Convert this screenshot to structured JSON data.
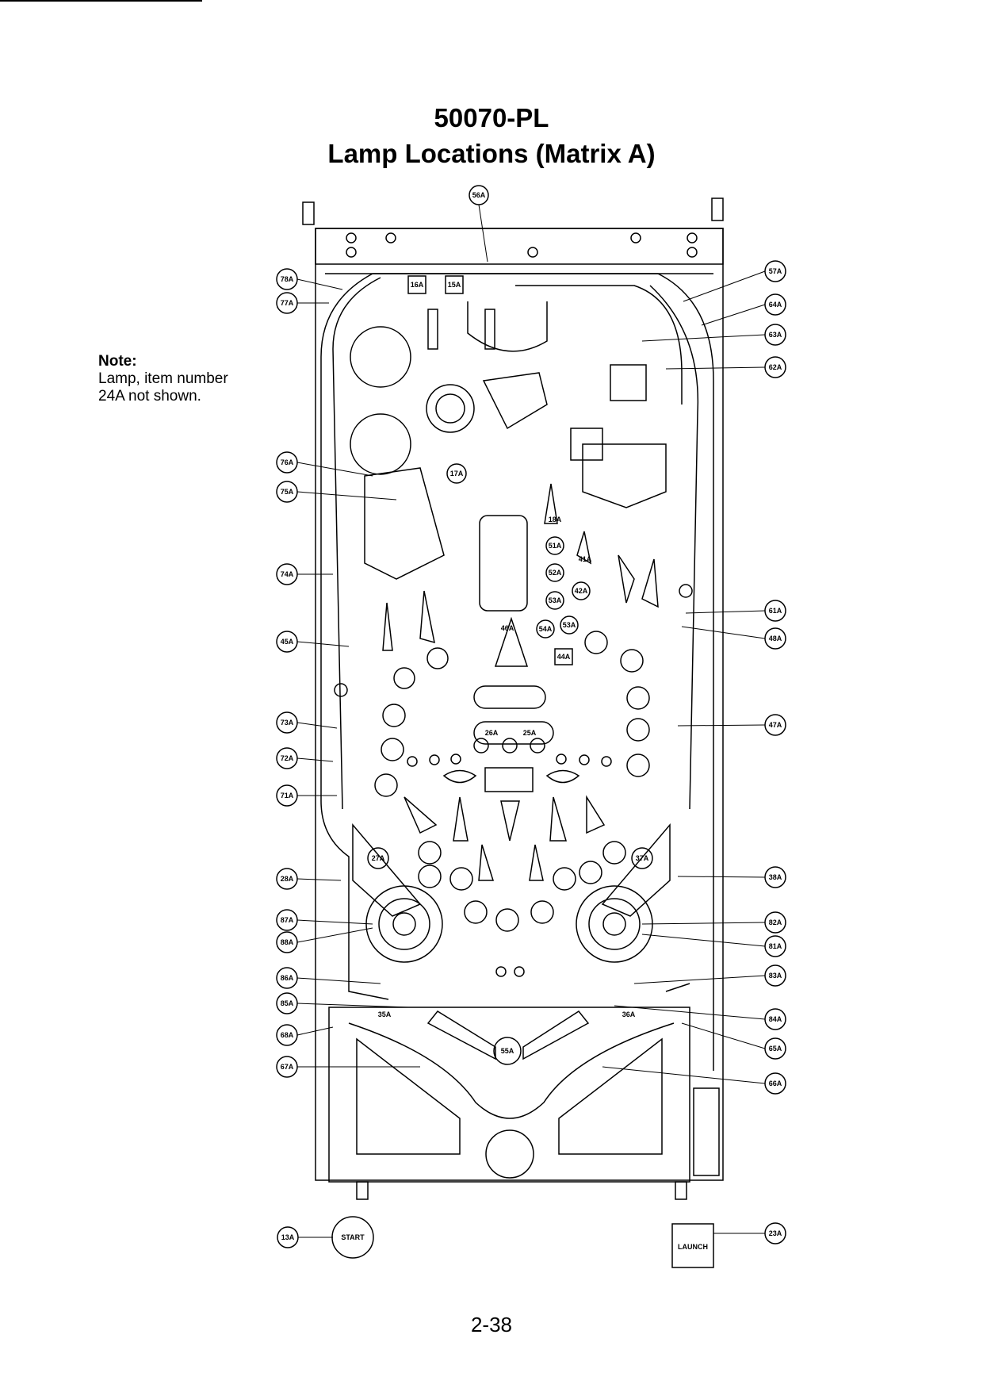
{
  "title": {
    "part_number": "50070-PL",
    "subtitle": "Lamp Locations (Matrix A)"
  },
  "note": {
    "heading": "Note:",
    "lines": [
      "Lamp, item number",
      "24A not shown."
    ]
  },
  "page_number": "2-38",
  "labels": {
    "start": "START",
    "launch": "LAUNCH"
  },
  "callouts": {
    "c56A": "56A",
    "c78A": "78A",
    "c77A": "77A",
    "c76A": "76A",
    "c75A": "75A",
    "c74A": "74A",
    "c45A": "45A",
    "c73A": "73A",
    "c72A": "72A",
    "c71A": "71A",
    "c28A": "28A",
    "c87A": "87A",
    "c88A": "88A",
    "c86A": "86A",
    "c85A": "85A",
    "c68A": "68A",
    "c67A": "67A",
    "c13A": "13A",
    "c57A": "57A",
    "c64A": "64A",
    "c63A": "63A",
    "c62A": "62A",
    "c61A": "61A",
    "c48A": "48A",
    "c47A": "47A",
    "c38A": "38A",
    "c82A": "82A",
    "c81A": "81A",
    "c83A": "83A",
    "c84A": "84A",
    "c65A": "65A",
    "c66A": "66A",
    "c23A": "23A"
  },
  "inline_labels": {
    "l16A": "16A",
    "l15A": "15A",
    "l17A": "17A",
    "l18A": "18A",
    "l51A": "51A",
    "l41A": "41A",
    "l52A": "52A",
    "l42A": "42A",
    "l53Aa": "53A",
    "l54A": "54A",
    "l53Ab": "53A",
    "l46A": "46A",
    "l44A": "44A",
    "l26A": "26A",
    "l25A": "25A",
    "l27A": "27A",
    "l37A": "37A",
    "l35A": "35A",
    "l36A": "36A",
    "l55A": "55A"
  }
}
